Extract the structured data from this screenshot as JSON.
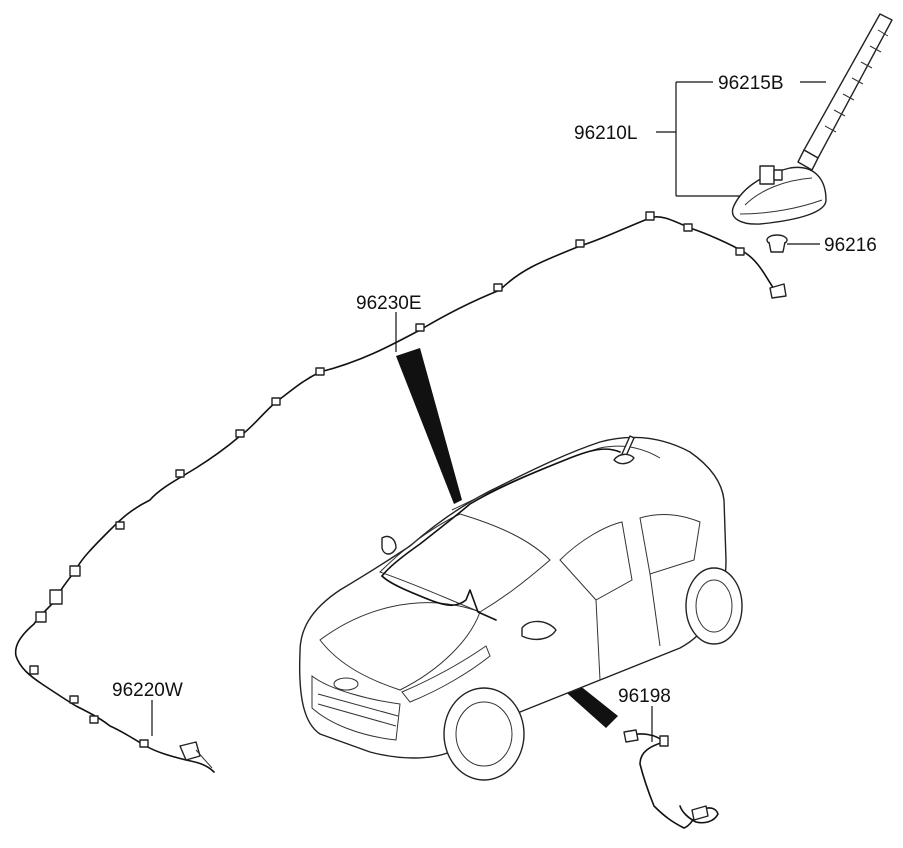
{
  "parts": [
    {
      "id": "96215B"
    },
    {
      "id": "96210L"
    },
    {
      "id": "96216"
    },
    {
      "id": "96230E"
    },
    {
      "id": "96220W"
    },
    {
      "id": "96198"
    }
  ],
  "colors": {
    "line": "#111111",
    "background": "#ffffff"
  }
}
